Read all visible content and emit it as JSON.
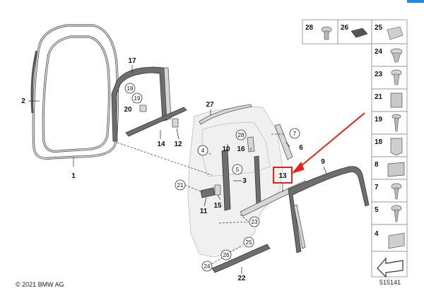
{
  "diagram": {
    "callouts": [
      "2",
      "1",
      "17",
      "14",
      "12",
      "27",
      "10",
      "16",
      "6",
      "3",
      "13",
      "9",
      "11",
      "15",
      "22"
    ],
    "circled": [
      "18",
      "19",
      "20",
      "4",
      "5",
      "28",
      "7",
      "21",
      "23",
      "25",
      "26",
      "24"
    ],
    "highlighted_callout": "13",
    "highlight_color": "#e8201c"
  },
  "parts_panel": {
    "top_row": [
      "28",
      "26",
      "25"
    ],
    "column": [
      "24",
      "23",
      "21",
      "19",
      "18",
      "8",
      "7",
      "5",
      "4"
    ]
  },
  "footer": {
    "copyright": "© 2021 BMW AG",
    "diagram_id": "515141"
  }
}
